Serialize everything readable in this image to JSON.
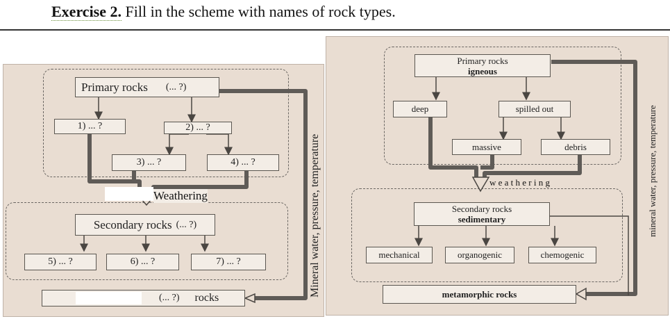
{
  "header": {
    "exercise_label": "Exercise 2.",
    "instruction": " Fill in the scheme with names of rock types."
  },
  "left_scheme": {
    "primary_label": "Primary rocks",
    "primary_blank": "(... ?)",
    "blank_1": "1) ... ?",
    "blank_2": "2) ... ?",
    "blank_3": "3) ... ?",
    "blank_4": "4) ... ?",
    "weathering": "Weathering",
    "secondary_label": "Secondary rocks",
    "secondary_blank": "(... ?)",
    "blank_5": "5) ... ?",
    "blank_6": "6) ... ?",
    "blank_7": "7) ... ?",
    "final_blank": "(... ?)",
    "final_label": "rocks",
    "side_label": "Mineral water, pressure, temperature"
  },
  "right_scheme": {
    "primary_label": "Primary rocks",
    "primary_type": "igneous",
    "deep": "deep",
    "spilled_out": "spilled out",
    "massive": "massive",
    "debris": "debris",
    "weathering": "w e a t h e r i n g",
    "secondary_label": "Secondary rocks",
    "secondary_type": "sedimentary",
    "mechanical": "mechanical",
    "organogenic": "organogenic",
    "chemogenic": "chemogenic",
    "metamorphic": "metamorphic rocks",
    "side_label": "mineral water, pressure, temperature"
  }
}
